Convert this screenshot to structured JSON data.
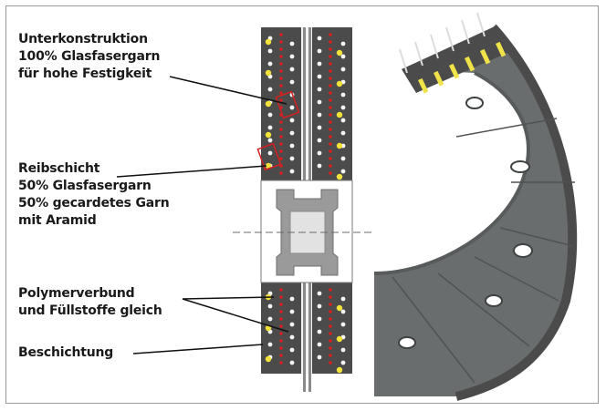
{
  "labels": {
    "unterkonstruktion": {
      "lines": [
        "Unterkonstruktion",
        "100% Glasfasergarn",
        "für hohe Festigkeit"
      ]
    },
    "reibschicht": {
      "lines": [
        "Reibschicht",
        "50% Glasfasergarn",
        "50% gecardetes Garn",
        "mit Aramid"
      ]
    },
    "polymerverbund": {
      "lines": [
        "Polymerverbund",
        "und Füllstoffe gleich"
      ]
    },
    "beschichtung": {
      "lines": [
        "Beschichtung"
      ]
    }
  },
  "colors": {
    "belt_dark": "#4b4b4b",
    "belt_face": "#6a6d6d",
    "red_fiber": "#d42020",
    "yellow_fiber": "#f2e23a",
    "white_fiber": "#f4f4f4",
    "pin": "#dcdcdc",
    "yellow_stripe": "#f0e34a"
  }
}
